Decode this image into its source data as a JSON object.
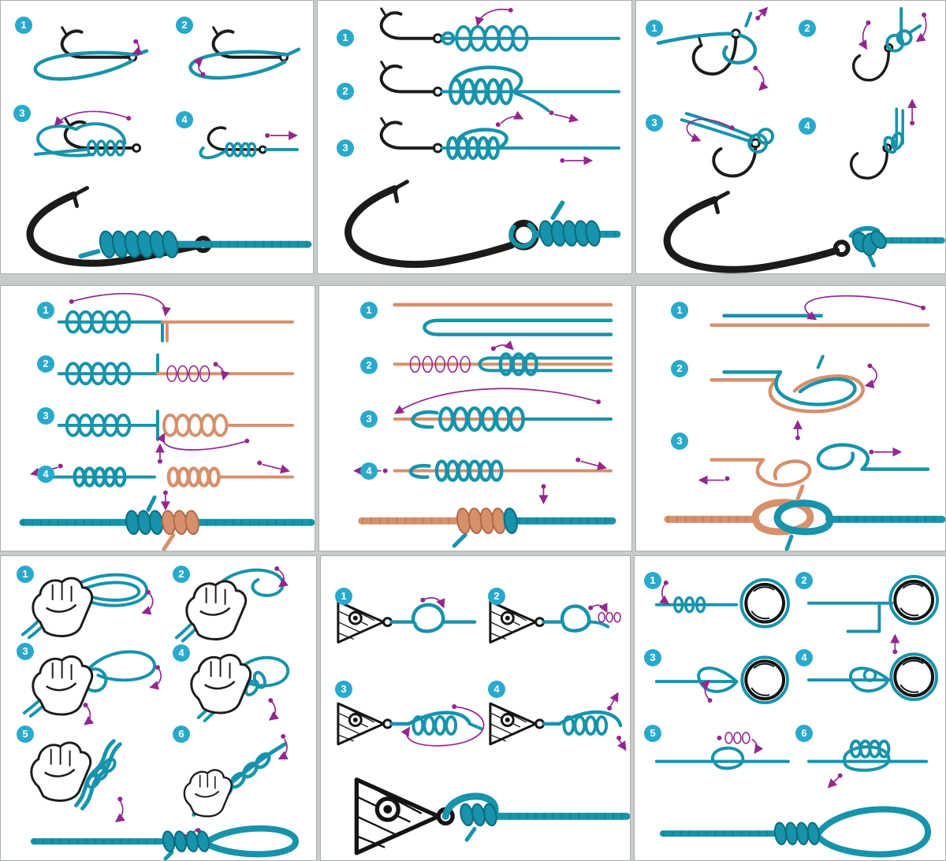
{
  "colors": {
    "teal": "#1793ab",
    "teal-dark": "#0c6b7e",
    "orange": "#d6906c",
    "orange-dark": "#b06a48",
    "purple": "#93278f",
    "badge": "#29a9cb",
    "hook": "#1b1b1b",
    "background": "#c7cbcc",
    "panel": "#ffffff"
  },
  "panels": [
    {
      "id": "knot-panel-1",
      "steps": [
        "1",
        "2",
        "3",
        "4"
      ]
    },
    {
      "id": "knot-panel-2",
      "steps": [
        "1",
        "2",
        "3"
      ]
    },
    {
      "id": "knot-panel-3",
      "steps": [
        "1",
        "2",
        "3",
        "4"
      ]
    },
    {
      "id": "knot-panel-4",
      "steps": [
        "1",
        "2",
        "3",
        "4"
      ]
    },
    {
      "id": "knot-panel-5",
      "steps": [
        "1",
        "2",
        "3",
        "4"
      ]
    },
    {
      "id": "knot-panel-6",
      "steps": [
        "1",
        "2",
        "3"
      ]
    },
    {
      "id": "knot-panel-7",
      "steps": [
        "1",
        "2",
        "3",
        "4",
        "5",
        "6"
      ]
    },
    {
      "id": "knot-panel-8",
      "steps": [
        "1",
        "2",
        "3",
        "4"
      ]
    },
    {
      "id": "knot-panel-9",
      "steps": [
        "1",
        "2",
        "3",
        "4",
        "5",
        "6"
      ]
    }
  ]
}
